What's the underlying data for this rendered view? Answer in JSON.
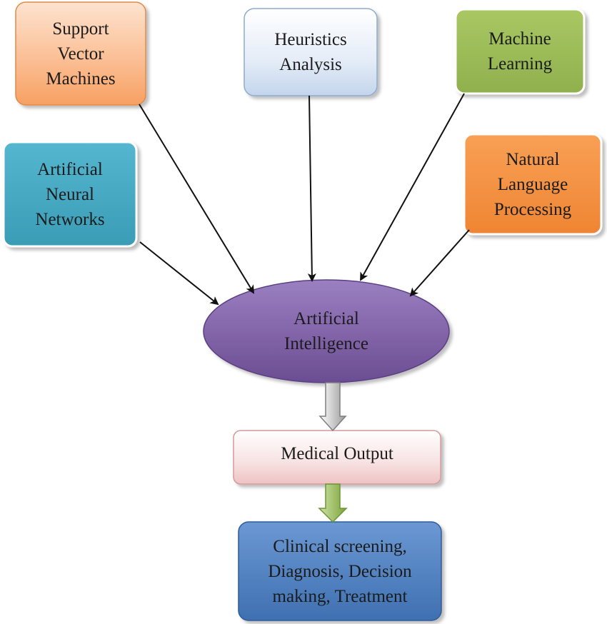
{
  "sources": [
    {
      "id": "svm",
      "label": "Support\nVector\nMachines",
      "color": "#f9b27f"
    },
    {
      "id": "heuristics",
      "label": "Heuristics\nAnalysis",
      "color": "#d6e3f3"
    },
    {
      "id": "ml",
      "label": "Machine\nLearning",
      "color": "#9bbb59"
    },
    {
      "id": "ann",
      "label": "Artificial\nNeural\nNetworks",
      "color": "#4bacc6"
    },
    {
      "id": "nlp",
      "label": "Natural\nLanguage\nProcessing",
      "color": "#f79646"
    }
  ],
  "center": {
    "label": "Artificial\nIntelligence",
    "color": "#8064a2"
  },
  "output": {
    "label": "Medical Output",
    "color": "#f2d6d6"
  },
  "result": {
    "label": "Clinical screening,\nDiagnosis, Decision\nmaking, Treatment",
    "color": "#4f81bd"
  },
  "connectors": [
    {
      "from": "svm",
      "to": "center"
    },
    {
      "from": "heuristics",
      "to": "center"
    },
    {
      "from": "ml",
      "to": "center"
    },
    {
      "from": "ann",
      "to": "center"
    },
    {
      "from": "nlp",
      "to": "center"
    },
    {
      "from": "center",
      "to": "output"
    },
    {
      "from": "output",
      "to": "result"
    }
  ]
}
